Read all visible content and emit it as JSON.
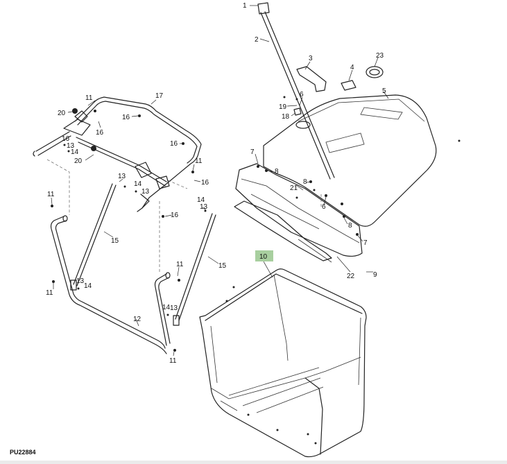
{
  "figure_id": "PU22884",
  "highlight_color": "#a8cf9f",
  "highlighted_callout": "10",
  "callouts": {
    "c1": "1",
    "c2": "2",
    "c3": "3",
    "c4": "4",
    "c5": "5",
    "c6": "6",
    "c7": "7",
    "c8": "8",
    "c9": "9",
    "c10": "10",
    "c11": "11",
    "c12": "12",
    "c13": "13",
    "c14": "14",
    "c15": "15",
    "c16": "16",
    "c17": "17",
    "c18": "18",
    "c19": "19",
    "c20": "20",
    "c21": "21",
    "c22": "22",
    "c23": "23"
  }
}
